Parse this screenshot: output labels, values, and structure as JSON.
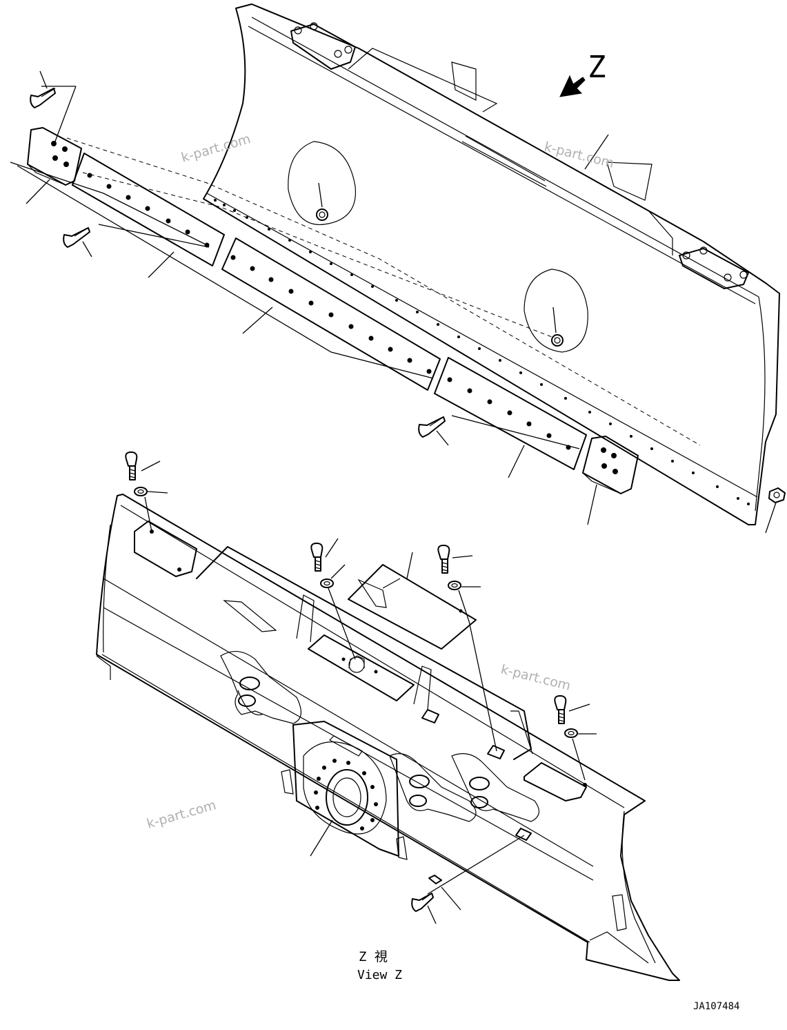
{
  "diagram": {
    "view_arrow_label": "Z",
    "view_caption_ja": "Z 視",
    "view_caption_en": "View Z",
    "drawing_number": "JA107484",
    "watermarks": [
      "k-part.com",
      "k-part.com",
      "k-part.com",
      "k-part.com"
    ]
  }
}
